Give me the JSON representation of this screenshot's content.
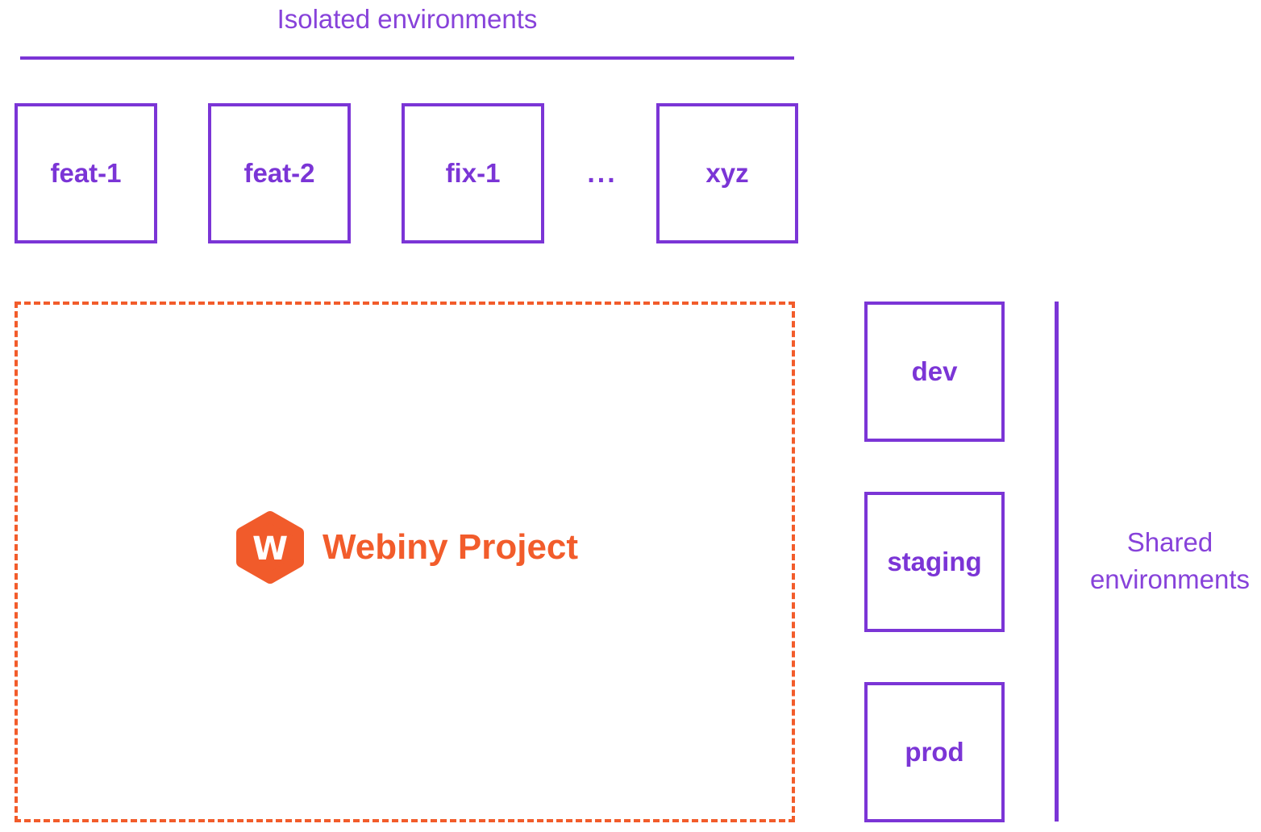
{
  "colors": {
    "purple_border": "#7b35d6",
    "purple_text": "#8742da",
    "orange": "#f25c2b"
  },
  "isolated_environments": {
    "title": "Isolated environments",
    "boxes": [
      "feat-1",
      "feat-2",
      "fix-1",
      "xyz"
    ],
    "ellipsis": "..."
  },
  "webiny_project": {
    "label": "Webiny Project",
    "logo_letter": "W"
  },
  "shared_environments": {
    "title": "Shared environments",
    "boxes": [
      "dev",
      "staging",
      "prod"
    ]
  }
}
